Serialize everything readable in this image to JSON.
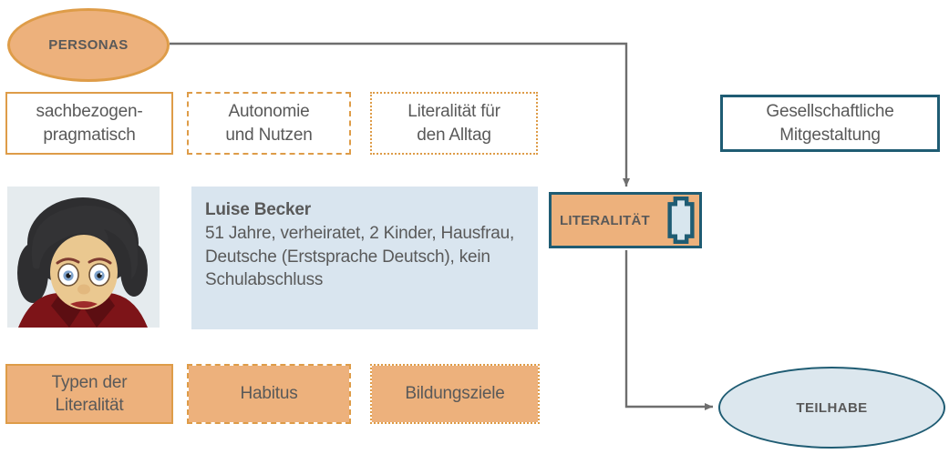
{
  "personas_ellipse": {
    "label": "PERSONAS"
  },
  "trait_row": [
    {
      "label": "sachbezogen-\npragmatisch",
      "border_style": "solid"
    },
    {
      "label": "Autonomie\nund Nutzen",
      "border_style": "dashed"
    },
    {
      "label": "Literalität für\nden Alltag",
      "border_style": "dotted"
    }
  ],
  "society_box": {
    "label": "Gesellschaftliche\nMitgestaltung"
  },
  "persona_card": {
    "name": "Luise Becker",
    "details": "51 Jahre, verheiratet, 2 Kinder, Hausfrau, Deutsche (Erstsprache Deutsch), kein Schulabschluss",
    "portrait_icon": "woman-portrait"
  },
  "category_row": [
    {
      "label": "Typen der\nLiteralität",
      "border_style": "solid"
    },
    {
      "label": "Habitus",
      "border_style": "dashed"
    },
    {
      "label": "Bildungsziele",
      "border_style": "dotted"
    }
  ],
  "literalitaet_box": {
    "label": "LITERALITÄT",
    "icon": "cartouche-icon"
  },
  "teilhabe_ellipse": {
    "label": "TEILHABE"
  },
  "colors": {
    "orange_fill": "#EDB17C",
    "orange_border": "#DE9C48",
    "teal_border": "#1F5C73",
    "light_blue_fill": "#D9E5EF",
    "text_gray": "#595959",
    "connector_gray": "#6E6E6E"
  }
}
